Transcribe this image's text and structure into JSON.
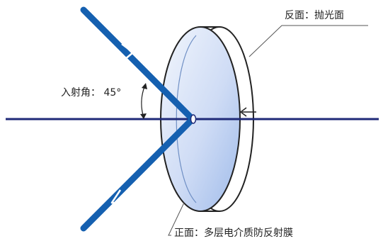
{
  "labels": {
    "back_surface": "反面：抛光面",
    "incidence_angle": "入射角：  45°",
    "front_surface": "正面：多层电介质防反射膜"
  },
  "colors": {
    "beam": "#1560B0",
    "axis": "#1F2A78",
    "lens_light": "#E8F0FC",
    "lens_dark": "#A9C4EE",
    "outline": "#222222"
  }
}
